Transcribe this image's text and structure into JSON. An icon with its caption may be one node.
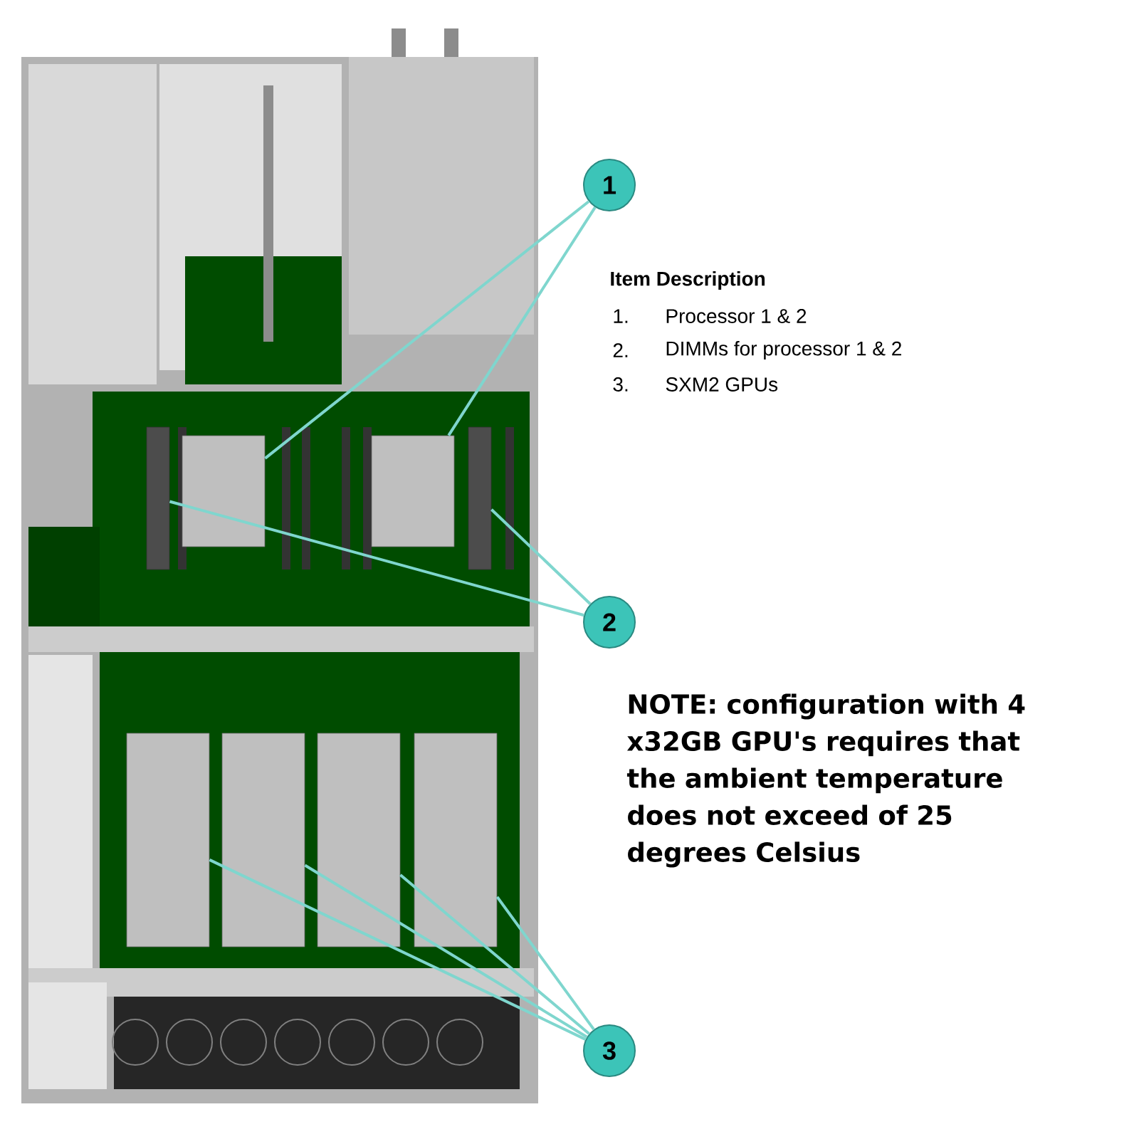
{
  "diagram": {
    "nodes": [
      {
        "text": [
          "1"
        ]
      },
      {
        "text": [],
        "shape": "box"
      },
      {
        "text": [],
        "shape": "box"
      },
      {
        "text": [],
        "shape": "bar"
      },
      {
        "text": [],
        "shape": "bar"
      },
      {
        "text": [
          "2"
        ]
      },
      {
        "text": [],
        "shape": "box"
      },
      {
        "text": [],
        "shape": "box"
      },
      {
        "text": [],
        "shape": "box"
      },
      {
        "text": [],
        "shape": "box"
      },
      {
        "text": [
          "3"
        ]
      }
    ],
    "edges": [
      {
        "from": 0,
        "to": 1,
        "arrow": "none"
      },
      {
        "from": 0,
        "to": 2,
        "arrow": "none"
      },
      {
        "from": 5,
        "to": 3,
        "arrow": "none"
      },
      {
        "from": 5,
        "to": 4,
        "arrow": "none"
      },
      {
        "from": 10,
        "to": 6,
        "arrow": "none"
      },
      {
        "from": 10,
        "to": 7,
        "arrow": "none"
      },
      {
        "from": 10,
        "to": 8,
        "arrow": "none"
      },
      {
        "from": 10,
        "to": 9,
        "arrow": "none"
      }
    ],
    "labels": [
      "Item Description",
      "1.",
      "Processor 1 & 2",
      "2.",
      "DIMMs for processor 1 & 2",
      "3.",
      "SXM2 GPUs",
      "NOTE: configuration with 4 x32GB GPU's requires that the ambient temperature does not exceed of 25 degrees Celsius"
    ]
  }
}
